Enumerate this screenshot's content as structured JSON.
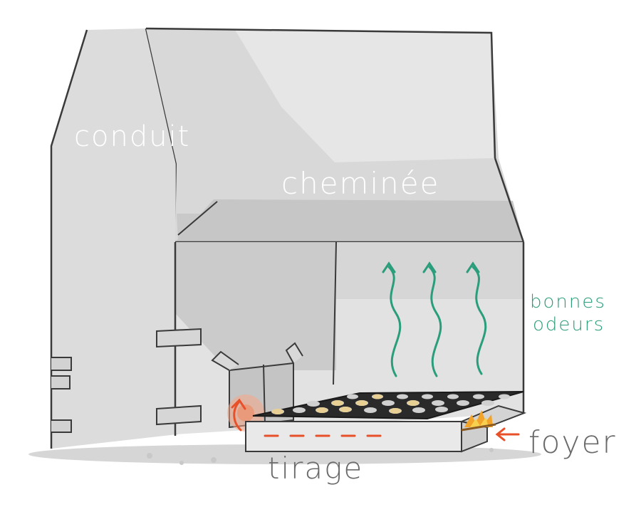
{
  "labels": {
    "conduit": "conduit",
    "cheminee": "cheminée",
    "bonnes_odeurs_line1": "bonnes",
    "bonnes_odeurs_line2": "odeurs",
    "foyer": "foyer",
    "tirage": "tirage"
  },
  "colors": {
    "background": "#ffffff",
    "wall_light": "#e4e4e4",
    "wall_mid": "#d2d2d2",
    "wall_dark": "#bdbdbd",
    "outline": "#3a3a3a",
    "scent_green": "#2a9d7a",
    "draft_red": "#e8502a",
    "fire_orange": "#f2a42a",
    "label_white": "#ffffff",
    "label_gray": "#6a6a6a",
    "tray_dark": "#2a2a2a",
    "nut_tan": "#e8cf94"
  }
}
